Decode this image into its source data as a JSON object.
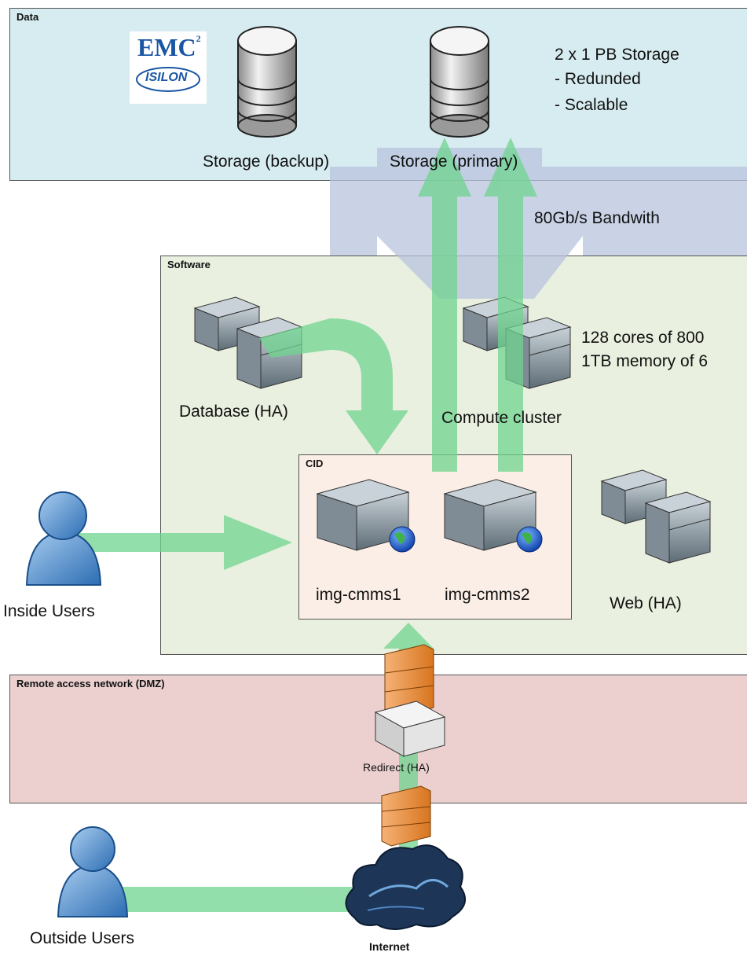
{
  "zones": {
    "data": "Data",
    "software": "Software",
    "dmz": "Remote access network (DMZ)",
    "cid": "CID"
  },
  "logo": {
    "brand": "EMC",
    "brand_sup": "2",
    "sub": "ISILON"
  },
  "storage": {
    "backup": "Storage (backup)",
    "primary": "Storage (primary)",
    "spec_line1": "2 x 1 PB Storage",
    "spec_line2": "- Redunded",
    "spec_line3": "- Scalable"
  },
  "bandwidth": "80Gb/s Bandwith",
  "database": "Database (HA)",
  "compute": {
    "label": "Compute cluster",
    "spec_line1": "128 cores of 800",
    "spec_line2": "1TB memory of  6"
  },
  "servers": {
    "cmms1": "img-cmms1",
    "cmms2": "img-cmms2"
  },
  "web": "Web (HA)",
  "users": {
    "inside": "Inside Users",
    "outside": "Outside Users"
  },
  "redirect": "Redirect (HA)",
  "internet": "Internet",
  "colors": {
    "data_zone": "#d6ecf0",
    "software_zone": "#e9f0df",
    "dmz_zone": "#ecd0d0",
    "cid_zone": "#fbeee6",
    "flow_arrow": "#6fd48f",
    "bandwidth_arrow": "#b8c3de"
  }
}
